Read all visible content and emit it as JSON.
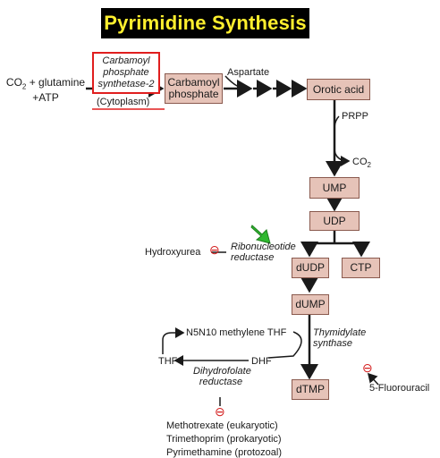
{
  "title": "Pyrimidine Synthesis",
  "colors": {
    "title_bg": "#000000",
    "title_text": "#ffef2e",
    "box_fill": "#e6c3b8",
    "box_border": "#8a5a4e",
    "enzyme_outline": "#e01e1e",
    "inhibitor": "#d42020",
    "activator_arrow": "#2fb82f"
  },
  "nodes": {
    "reactants": {
      "line1": "CO",
      "sub": "2",
      "line1b": " + glutamine",
      "line2": "+ATP"
    },
    "carbamoyl_phosphate": "Carbamoyl phosphate",
    "orotic_acid": "Orotic acid",
    "ump": "UMP",
    "udp": "UDP",
    "dudp": "dUDP",
    "ctp": "CTP",
    "dump": "dUMP",
    "dtmp": "dTMP"
  },
  "enzymes": {
    "cps2": "Carbamoyl phosphate synthetase-2",
    "cytoplasm": "(Cytoplasm)",
    "ribonucleotide_reductase": "Ribonucleotide reductase",
    "thymidylate_synthase": "Thymidylate synthase",
    "dihydrofolate_reductase": "Dihydrofolate reductase"
  },
  "labels": {
    "aspartate": "Aspartate",
    "prpp": "PRPP",
    "co2": "CO",
    "co2_sub": "2",
    "hydroxyurea": "Hydroxyurea",
    "methylene_thf": "N5N10 methylene THF",
    "thf": "THF",
    "dhf": "DHF",
    "fluorouracil": "5-Fluorouracil",
    "inhibitor_symbol": "⊖"
  },
  "inhibitors_dhfr": [
    "Methotrexate (eukaryotic)",
    "Trimethoprim (prokaryotic)",
    "Pyrimethamine (protozoal)"
  ]
}
